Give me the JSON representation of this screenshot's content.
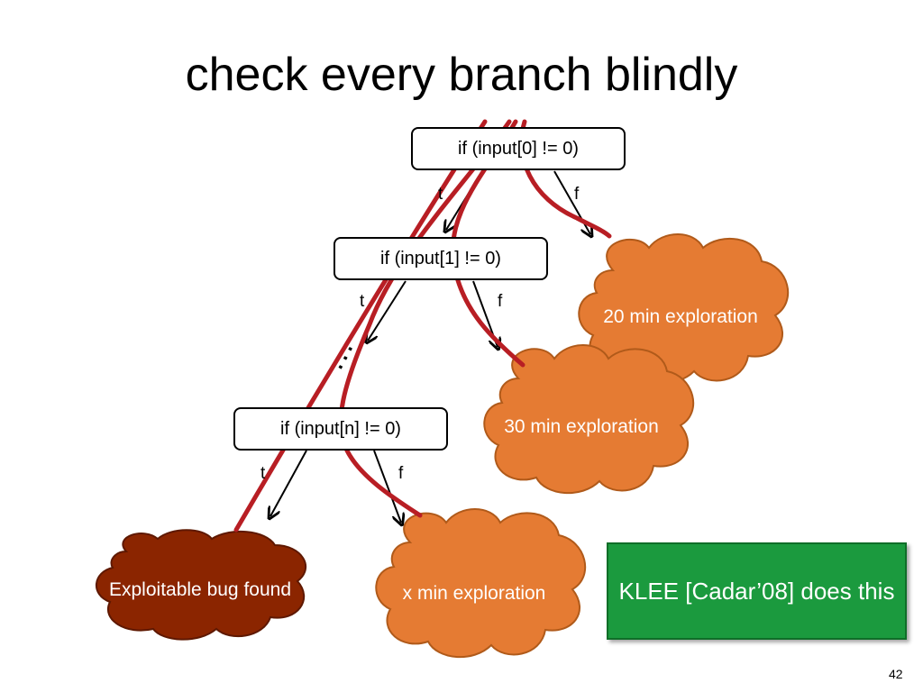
{
  "title": "check every branch blindly",
  "branches": [
    {
      "condition": "if  (input[0] != 0)",
      "true_label": "t",
      "false_label": "f"
    },
    {
      "condition": "if  (input[1] != 0)",
      "true_label": "t",
      "false_label": "f"
    },
    {
      "condition": "if  (input[n] != 0)",
      "true_label": "t",
      "false_label": "f"
    }
  ],
  "ellipsis": "...",
  "clouds": {
    "twenty": "20 min exploration",
    "thirty": "30 min exploration",
    "x": "x min exploration",
    "bug": "Exploitable bug found"
  },
  "klee_note": "KLEE [Cadar’08] does this",
  "page_number": "42",
  "colors": {
    "cloud_orange": "#e57b33",
    "cloud_orange_border": "#b05a1a",
    "bug_brown": "#8b2500",
    "path_red": "#b81e24",
    "klee_green": "#1b9a3e"
  }
}
